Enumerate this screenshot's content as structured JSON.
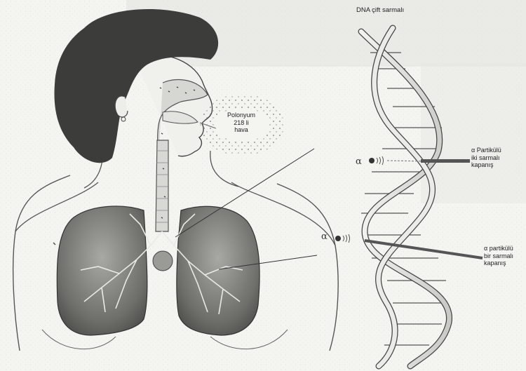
{
  "figure": {
    "title": "DNA çift sarmalı",
    "polonium_label": [
      "Polonyum",
      "218 li",
      "hava"
    ],
    "alpha_symbol": "α",
    "double_strand_break": [
      "α Partikülü",
      "iki sarmalı",
      "kapanış"
    ],
    "single_strand_break": [
      "α partikülü",
      "bir sarmalı",
      "kapanış"
    ]
  }
}
